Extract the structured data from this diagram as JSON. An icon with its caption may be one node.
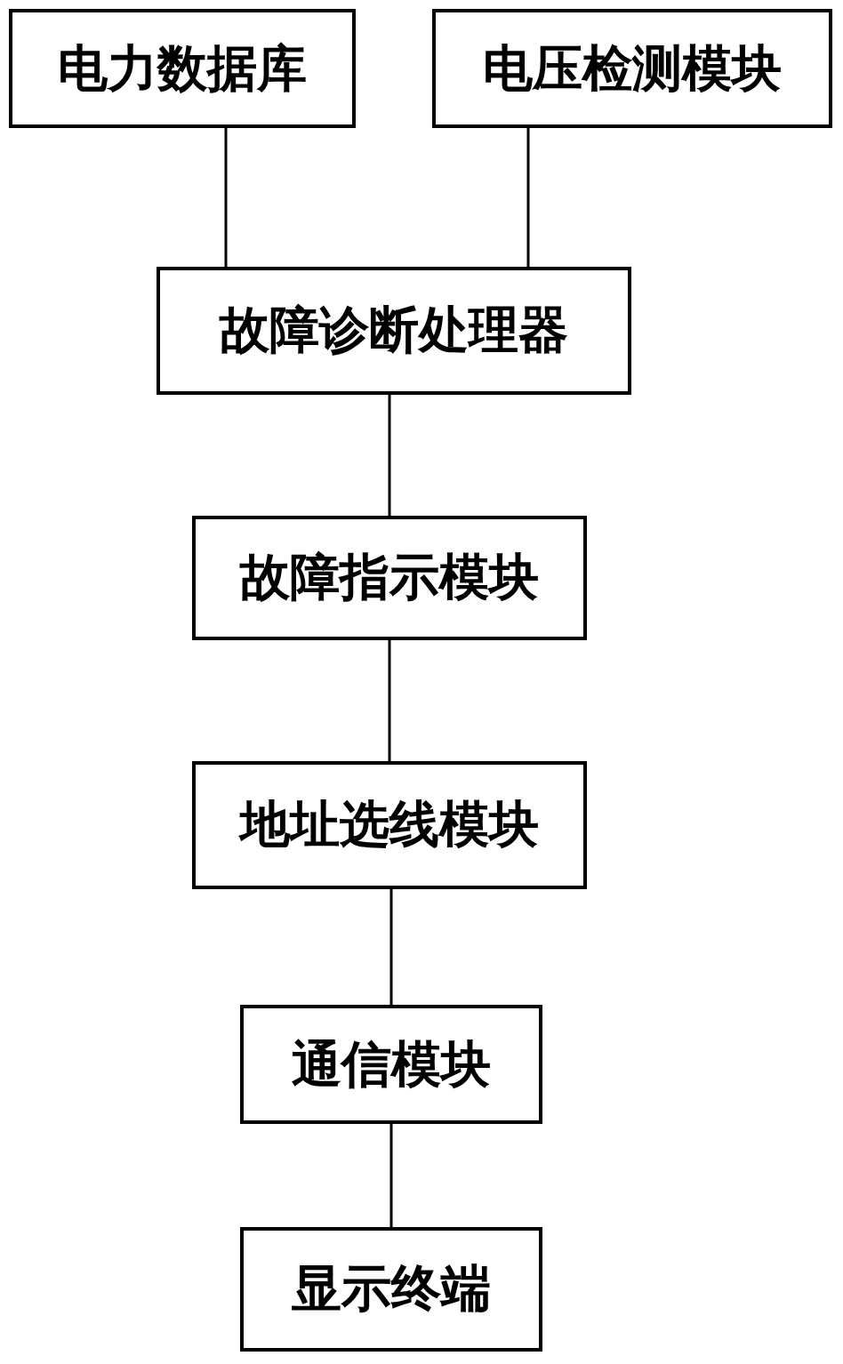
{
  "diagram": {
    "nodes": [
      {
        "text": [
          "电力数据库"
        ]
      },
      {
        "text": [
          "电压检测模块"
        ]
      },
      {
        "text": [
          "故障诊断处理器"
        ]
      },
      {
        "text": [
          "故障指示模块"
        ]
      },
      {
        "text": [
          "地址选线模块"
        ]
      },
      {
        "text": [
          "通信模块"
        ]
      },
      {
        "text": [
          "显示终端"
        ]
      }
    ],
    "edges": [
      {
        "from": 0,
        "to": 2,
        "arrow": "none"
      },
      {
        "from": 1,
        "to": 2,
        "arrow": "none"
      },
      {
        "from": 2,
        "to": 3,
        "arrow": "none"
      },
      {
        "from": 3,
        "to": 4,
        "arrow": "none"
      },
      {
        "from": 4,
        "to": 5,
        "arrow": "none"
      },
      {
        "from": 5,
        "to": 6,
        "arrow": "none"
      }
    ]
  }
}
